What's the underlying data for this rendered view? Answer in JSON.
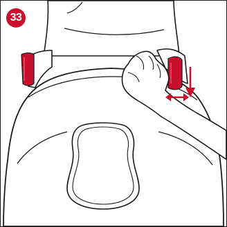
{
  "step": {
    "number": "33"
  },
  "colors": {
    "accent": "#c8102e",
    "line": "#1a1a1a",
    "background": "#ffffff"
  },
  "arrows": {
    "vertical_direction": "down",
    "horizontal_direction": "left-right"
  }
}
